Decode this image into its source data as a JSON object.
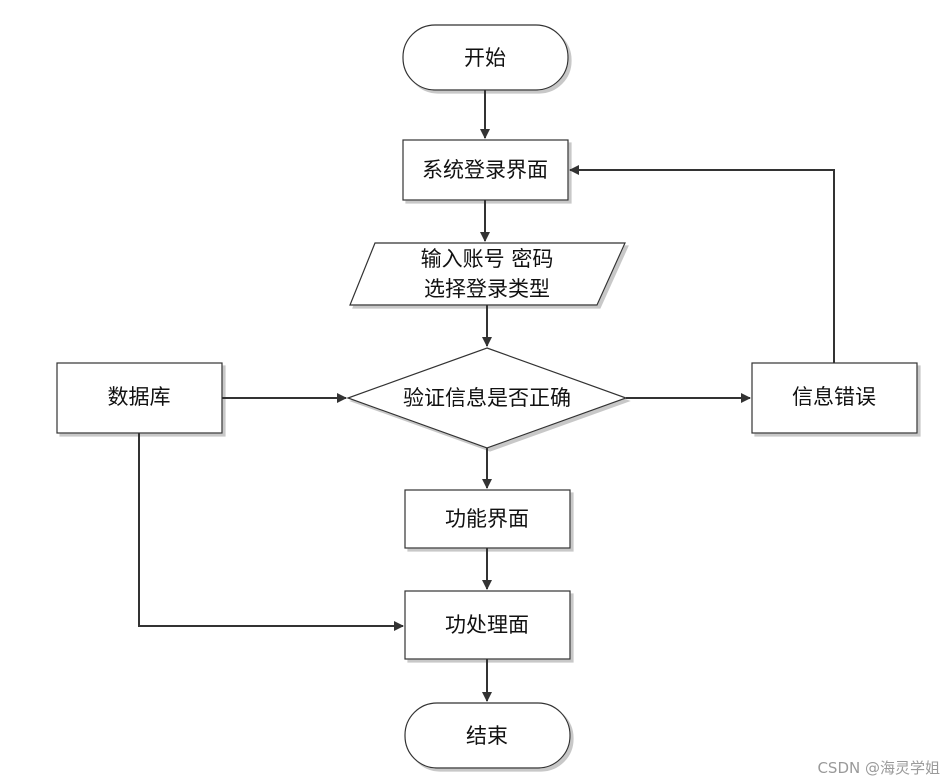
{
  "diagram": {
    "nodes": {
      "start": "开始",
      "login": "系统登录界面",
      "input_line1": "输入账号 密码",
      "input_line2": "选择登录类型",
      "verify": "验证信息是否正确",
      "database": "数据库",
      "error": "信息错误",
      "function": "功能界面",
      "process": "功处理面",
      "end": "结束"
    },
    "colors": {
      "stroke": "#333333",
      "shadow": "#c8c8c8",
      "arrow": "#333333"
    }
  },
  "watermark": "CSDN @海灵学姐"
}
